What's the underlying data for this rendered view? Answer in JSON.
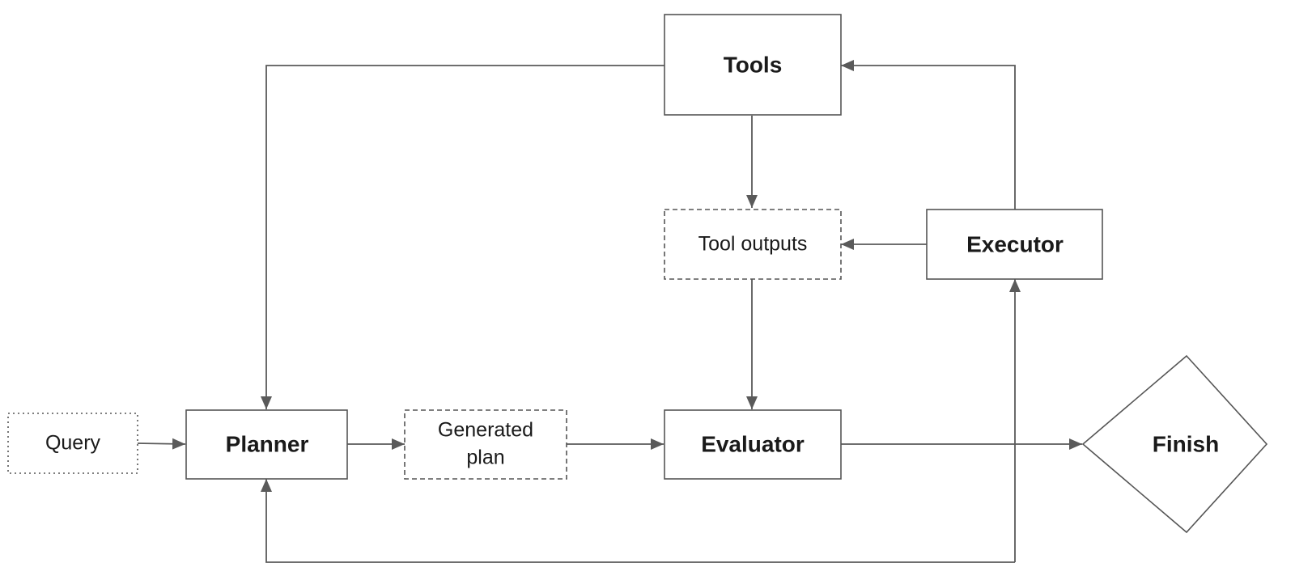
{
  "diagram": {
    "nodes": {
      "tools": {
        "label": "Tools",
        "style": "solid"
      },
      "tool_outputs": {
        "label": "Tool outputs",
        "style": "dashed"
      },
      "executor": {
        "label": "Executor",
        "style": "solid"
      },
      "query": {
        "label": "Query",
        "style": "dotted"
      },
      "planner": {
        "label": "Planner",
        "style": "solid"
      },
      "generated_plan": {
        "label_line1": "Generated",
        "label_line2": "plan",
        "style": "dashed"
      },
      "evaluator": {
        "label": "Evaluator",
        "style": "solid"
      },
      "finish": {
        "label": "Finish",
        "shape": "diamond"
      }
    },
    "edges": [
      {
        "from": "Query",
        "to": "Planner"
      },
      {
        "from": "Planner",
        "to": "Generated plan"
      },
      {
        "from": "Generated plan",
        "to": "Evaluator"
      },
      {
        "from": "Evaluator",
        "to": "Finish"
      },
      {
        "from": "Tools",
        "to": "Tool outputs"
      },
      {
        "from": "Tool outputs",
        "to": "Evaluator"
      },
      {
        "from": "Executor",
        "to": "Tool outputs"
      },
      {
        "from": "Executor",
        "to": "Tools"
      },
      {
        "from": "Tools",
        "to": "Planner"
      },
      {
        "from": "Evaluator",
        "to": "Executor"
      },
      {
        "from": "Evaluator",
        "to": "Planner"
      }
    ],
    "colors": {
      "stroke": "#555555",
      "text": "#1a1a1a",
      "background": "#ffffff"
    }
  }
}
